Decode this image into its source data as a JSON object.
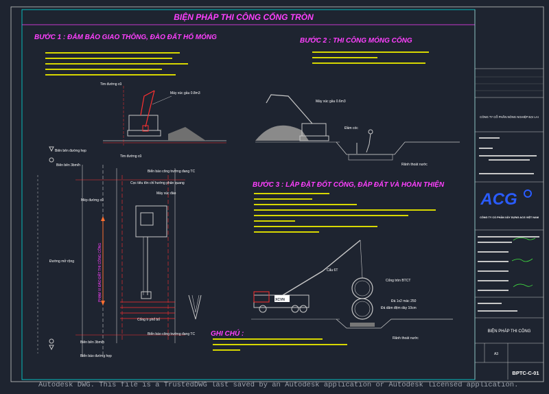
{
  "drawing": {
    "main_title": "BIỆN PHÁP THI CÔNG CỐNG TRÒN",
    "step1": {
      "title": "BƯỚC 1 : ĐẢM BẢO GIAO THÔNG, ĐÀO ĐẤT HỐ MÓNG",
      "labels": {
        "road_top": "Tim đường cũ",
        "excavator_1": "Máy xúc gầu 0.8m3",
        "road_boundary": "Biên bên đường hẹp",
        "side_boundary": "Biên bên 3bm/h",
        "road_top_2": "Tim đường cũ",
        "warning_barrier": "Biển báo công trường đang TC",
        "soft_barrier": "Cọc tiêu tôn chỉ hướng phản quang",
        "old_road_edge": "Mép đường cũ",
        "excavator_2": "Máy xúc đào",
        "old_road": "Đường mở rộng",
        "vertical_note": "PHẠM VI ĐÀO ĐẤT THI CÔNG CỐNG",
        "culvert_position": "Cống tr phổ bố",
        "warning_barrier_2": "Biển báo công trường đang TC",
        "side_boundary_2": "Biên bên 3bm/h",
        "road_boundary_2": "Biển báo đường hẹp"
      }
    },
    "step2": {
      "title": "BƯỚC 2 : THI CÔNG MÓNG CỐNG",
      "labels": {
        "excavator": "Máy xúc gầu 0.6m3",
        "formwork": "Đầm cóc",
        "drainage": "Rãnh thoát nước"
      }
    },
    "step3": {
      "title": "BƯỚC 3 : LẮP ĐẶT ĐỐT CỐNG, ĐẮP ĐẤT VÀ HOÀN THIỆN",
      "labels": {
        "crane": "Cẩu 6T",
        "pipe": "Cống tròn BTCT",
        "gravel": "Đá 1x2 mác 250",
        "lean_concrete": "Đá dăm đệm dày 10cm",
        "drainage": "Rãnh thoát nước",
        "truck_label": "XCVN"
      }
    },
    "notes": {
      "title": "GHI CHÚ :"
    },
    "title_block": {
      "company_name": "CÔNG TY CỔ PHẦN XÂY DỰNG ACG VIỆT NAM",
      "client_company": "CÔNG TY CỔ PHẦN NÔNG NGHIỆP ĐẠI LAI",
      "logo": "ACG",
      "sheet_title": "BIỆN PHÁP THI CÔNG",
      "drawing_number": "BPTC-C-01",
      "scale": "A3"
    }
  },
  "status_bar": {
    "text": "Autodesk DWG.  This file is a TrustedDWG last saved by an Autodesk application or Autodesk licensed application."
  },
  "colors": {
    "background": "#1e2430",
    "frame": "#ffffff",
    "title_magenta": "#ff40ff",
    "note_yellow": "#f0f000",
    "red": "#ff3030",
    "logo_blue": "#2a5cff",
    "border_cyan": "#00e0e0"
  }
}
